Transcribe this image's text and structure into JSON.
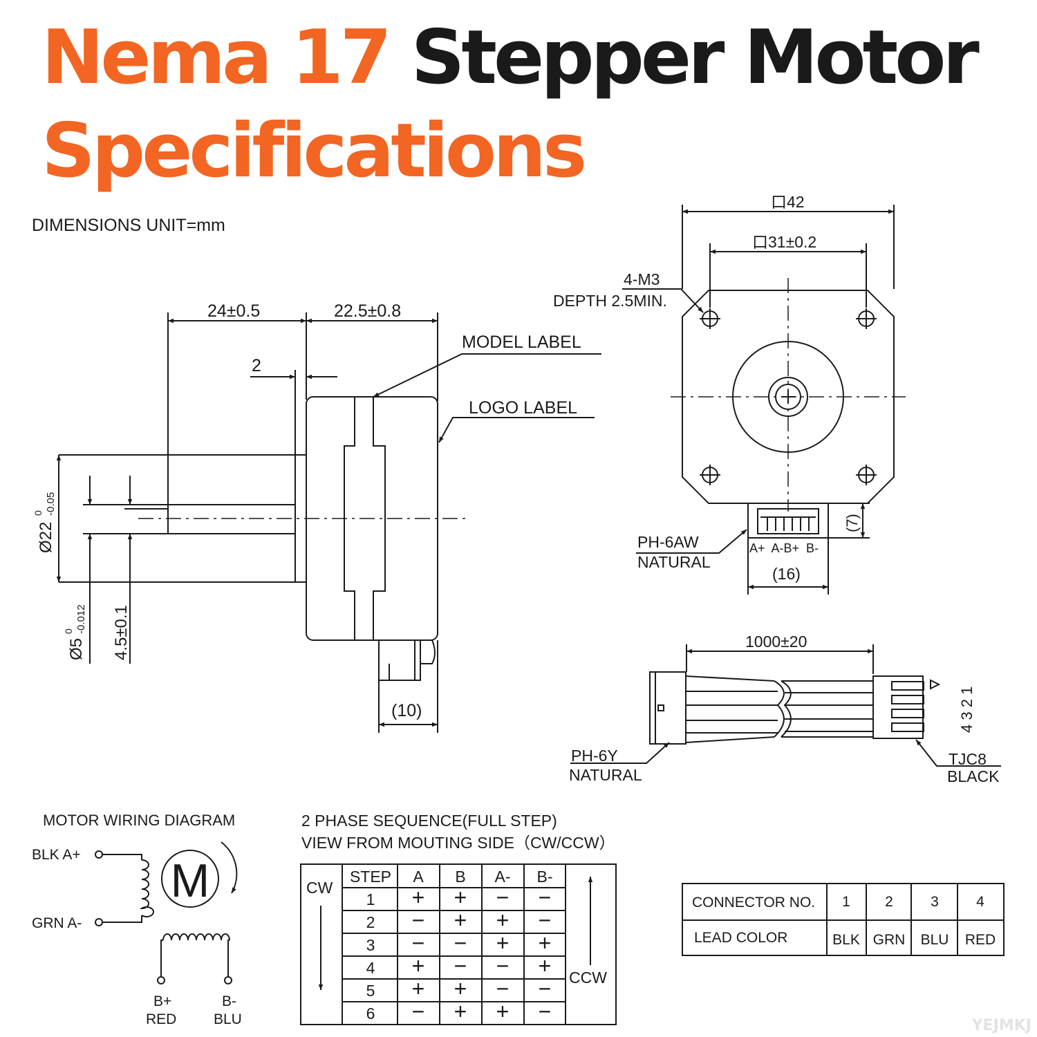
{
  "title": {
    "brand": "Nema 17",
    "rest": "Stepper Motor",
    "line2": "Specifications"
  },
  "colors": {
    "accent": "#f26522",
    "ink": "#1a1a1a"
  },
  "dimensions_unit": "DIMENSIONS UNIT=mm",
  "side_view": {
    "dim_24": "24±0.5",
    "dim_22_5": "22.5±0.8",
    "dim_2": "2",
    "model_label": "MODEL LABEL",
    "logo_label": "LOGO LABEL",
    "dia22": "Ø22",
    "dia22_tol_upper": "0",
    "dia22_tol_lower": "-0.05",
    "dia5": "Ø5",
    "dia5_tol_upper": "0",
    "dia5_tol_lower": "-0.012",
    "dim_4_5": "4.5±0.1",
    "dim_10": "(10)"
  },
  "front_view": {
    "dim_42": "口42",
    "dim_31": "口31±0.2",
    "m3": "4-M3",
    "depth": "DEPTH 2.5MIN.",
    "connector_type": "PH-6AW",
    "connector_color": "NATURAL",
    "pins": "A+  A-B+  B-",
    "dim_16": "(16)",
    "dim_7": "(7)"
  },
  "cable": {
    "length": "1000±20",
    "left_type": "PH-6Y",
    "left_color": "NATURAL",
    "right_type": "TJC8",
    "right_color": "BLACK",
    "pin_numbers": "4 3 2 1"
  },
  "wiring": {
    "title": "MOTOR WIRING  DIAGRAM",
    "a_plus": "BLK  A+",
    "a_minus": "GRN  A-",
    "motor_symbol": "M",
    "b_plus_name": "B+",
    "b_plus_color": "RED",
    "b_minus_name": "B-",
    "b_minus_color": "BLU"
  },
  "sequence": {
    "title": "2 PHASE SEQUENCE(FULL STEP)",
    "subtitle": "VIEW FROM MOUTING SIDE（CW/CCW）",
    "cw": "CW",
    "ccw": "CCW",
    "headers": [
      "STEP",
      "A",
      "B",
      "A-",
      "B-"
    ],
    "rows": [
      [
        "1",
        "+",
        "+",
        "−",
        "−"
      ],
      [
        "2",
        "−",
        "+",
        "+",
        "−"
      ],
      [
        "3",
        "−",
        "−",
        "+",
        "+"
      ],
      [
        "4",
        "+",
        "−",
        "−",
        "+"
      ],
      [
        "5",
        "+",
        "+",
        "−",
        "−"
      ],
      [
        "6",
        "−",
        "+",
        "+",
        "−"
      ]
    ]
  },
  "connector_table": {
    "row1_label": "CONNECTOR NO.",
    "numbers": [
      "1",
      "2",
      "3",
      "4"
    ],
    "row2_label": "LEAD COLOR",
    "colors": [
      "BLK",
      "GRN",
      "BLU",
      "RED"
    ]
  },
  "watermark": "YEJMKJ"
}
